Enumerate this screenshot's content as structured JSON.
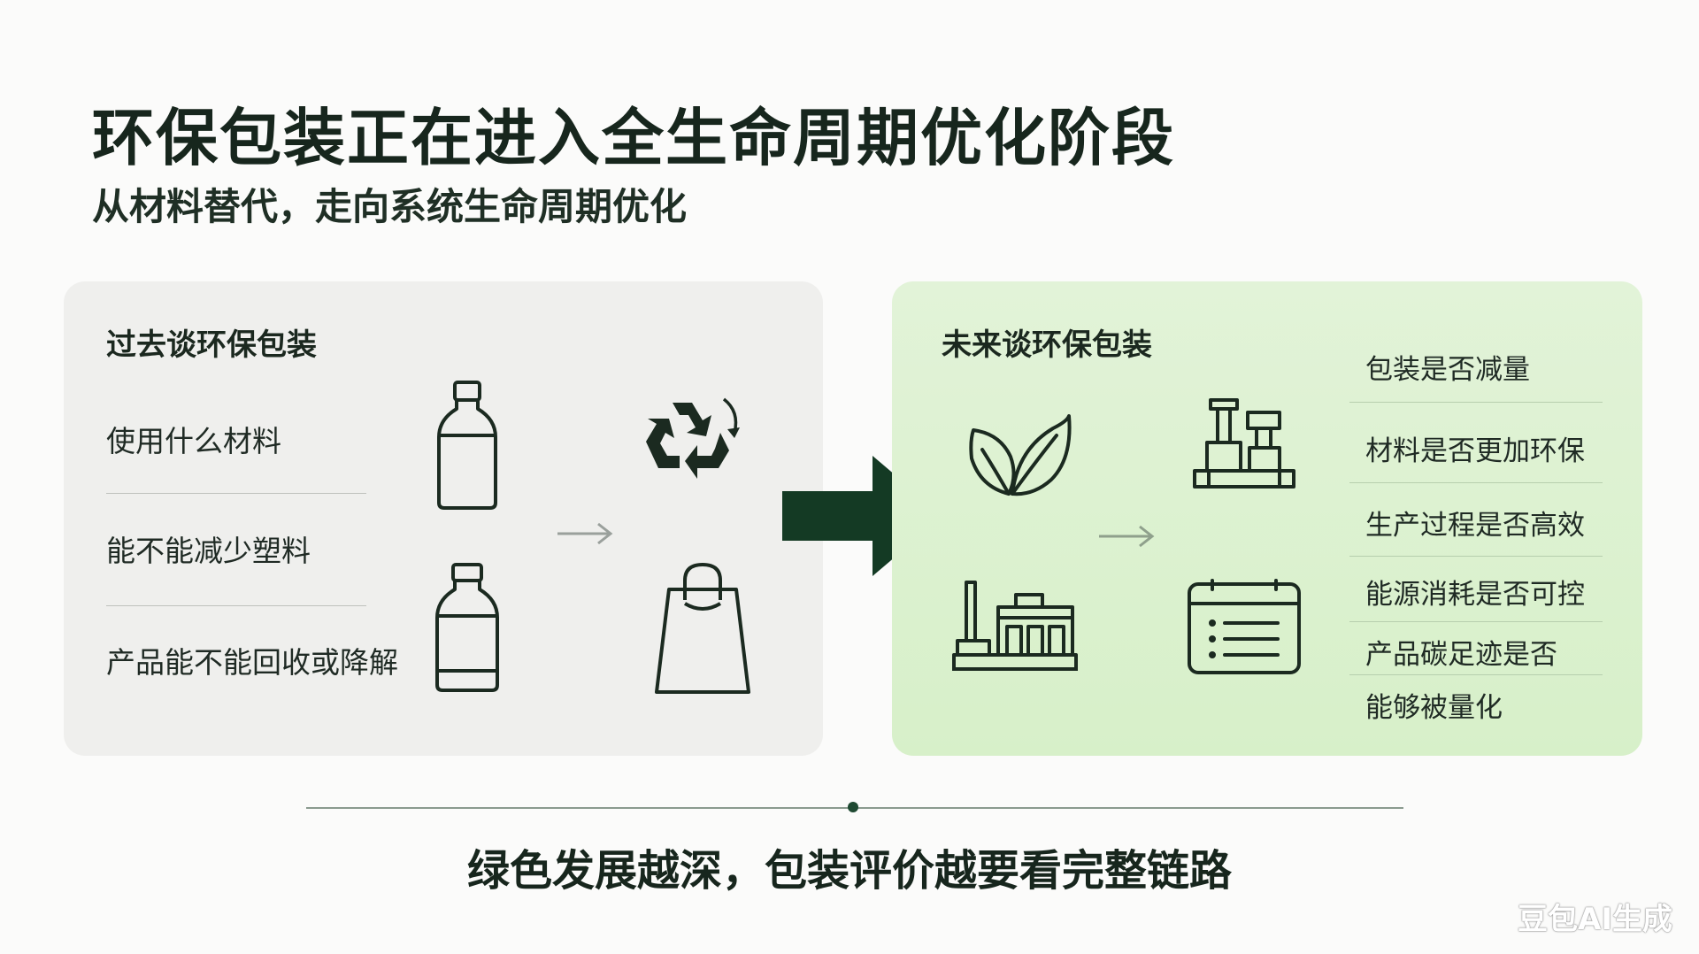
{
  "title": "环保包装正在进入全生命周期优化阶段",
  "subtitle": "从材料替代，走向系统生命周期优化",
  "past": {
    "title": "过去谈环保包装",
    "items": [
      "使用什么材料",
      "能不能减少塑料",
      "产品能不能回收或降解"
    ],
    "icons": [
      "bottle-icon",
      "recycle-icon",
      "bottle-icon",
      "shopping-bag-icon"
    ]
  },
  "future": {
    "title": "未来谈环保包装",
    "checks": [
      "包装是否减量",
      "材料是否更加环保",
      "生产过程是否高效",
      "能源消耗是否可控",
      "产品碳足迹是否",
      "能够被量化"
    ],
    "icons": [
      "leaf-icon",
      "production-equipment-icon",
      "factory-icon",
      "dashboard-panel-icon"
    ]
  },
  "conclusion": "绿色发展越深，包装评价越要看完整链路",
  "watermark": "豆包AI生成",
  "colors": {
    "dark_green": "#143a24",
    "light_green_panel": "#d9f0cc",
    "gray_panel": "#efefed",
    "gray_arrow": "#9aa09c"
  }
}
